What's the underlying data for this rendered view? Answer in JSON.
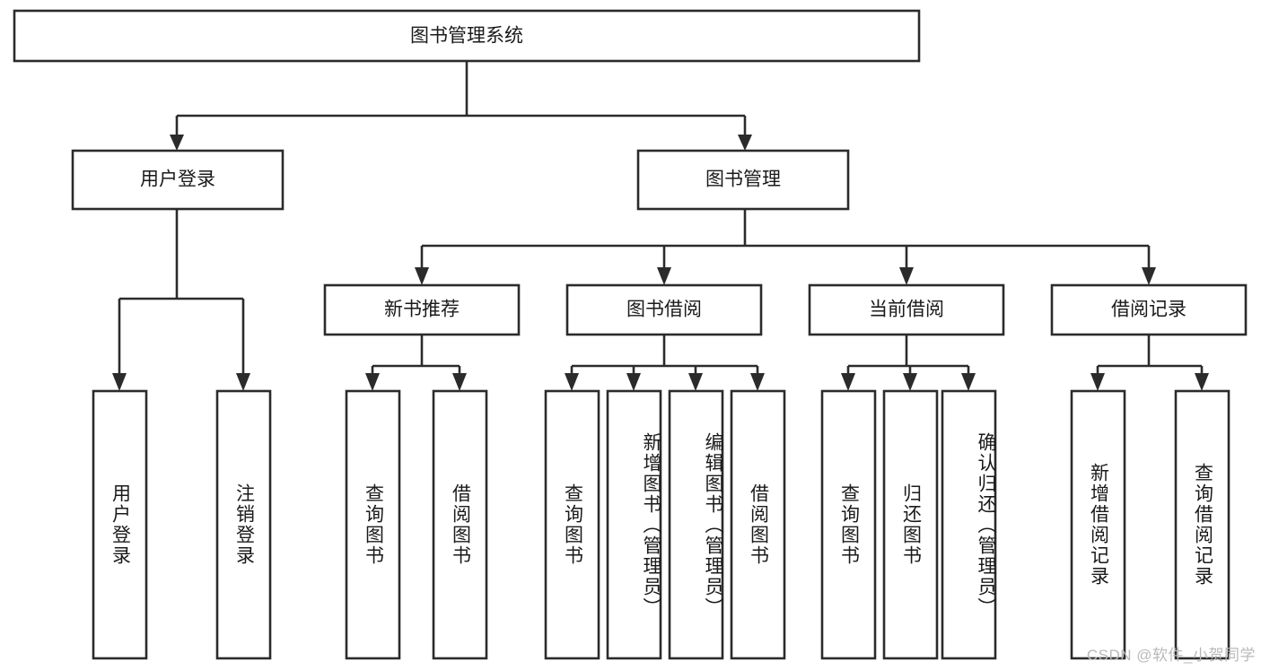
{
  "diagram": {
    "title": "图书管理系统",
    "type": "hierarchy-tree",
    "watermark": "CSDN @软件_小贺同学",
    "levels": {
      "root": {
        "label": "图书管理系统"
      },
      "level2": [
        {
          "id": "user-login",
          "label": "用户登录"
        },
        {
          "id": "book-management",
          "label": "图书管理"
        }
      ],
      "level3": [
        {
          "id": "new-book-recommend",
          "label": "新书推荐",
          "parent": "book-management"
        },
        {
          "id": "book-borrow",
          "label": "图书借阅",
          "parent": "book-management"
        },
        {
          "id": "current-borrow",
          "label": "当前借阅",
          "parent": "book-management"
        },
        {
          "id": "borrow-record",
          "label": "借阅记录",
          "parent": "book-management"
        }
      ],
      "leaves": [
        {
          "id": "leaf-user-login",
          "label": "用户登录",
          "parent": "user-login"
        },
        {
          "id": "leaf-user-logout",
          "label": "注销登录",
          "parent": "user-login"
        },
        {
          "id": "leaf-query-book-1",
          "label": "查询图书",
          "parent": "new-book-recommend"
        },
        {
          "id": "leaf-borrow-book-1",
          "label": "借阅图书",
          "parent": "new-book-recommend"
        },
        {
          "id": "leaf-query-book-2",
          "label": "查询图书",
          "parent": "book-borrow"
        },
        {
          "id": "leaf-add-book",
          "label": "新增图书（管理员）",
          "parent": "book-borrow"
        },
        {
          "id": "leaf-edit-book",
          "label": "编辑图书（管理员）",
          "parent": "book-borrow"
        },
        {
          "id": "leaf-borrow-book-2",
          "label": "借阅图书",
          "parent": "book-borrow"
        },
        {
          "id": "leaf-query-book-3",
          "label": "查询图书",
          "parent": "current-borrow"
        },
        {
          "id": "leaf-return-book",
          "label": "归还图书",
          "parent": "current-borrow"
        },
        {
          "id": "leaf-confirm-return",
          "label": "确认归还（管理员）",
          "parent": "current-borrow"
        },
        {
          "id": "leaf-add-record",
          "label": "新增借阅记录",
          "parent": "borrow-record"
        },
        {
          "id": "leaf-query-record",
          "label": "查询借阅记录",
          "parent": "borrow-record"
        }
      ]
    },
    "colors": {
      "stroke": "#2b2b2b",
      "fill": "#ffffff",
      "text": "#1a1a1a",
      "watermark": "#b9b9b9"
    }
  }
}
